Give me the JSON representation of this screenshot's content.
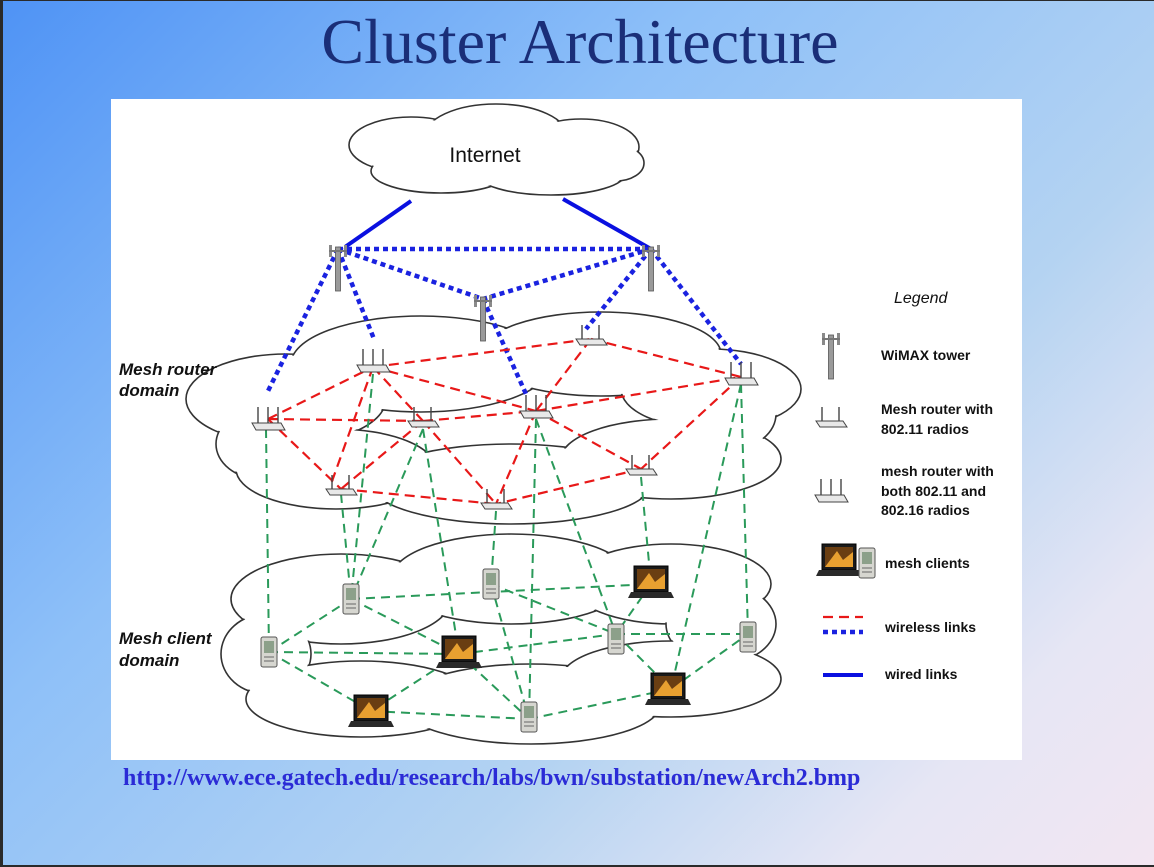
{
  "title": "Cluster Architecture",
  "source_url": "http://www.ece.gatech.edu/research/labs/bwn/substation/newArch2.bmp",
  "diagram": {
    "internet_label": "Internet",
    "router_domain_label": [
      "Mesh router",
      "domain"
    ],
    "client_domain_label": [
      "Mesh client",
      "domain"
    ],
    "legend": {
      "title": "Legend",
      "wimax": "WiMAX tower",
      "router_80211": [
        "Mesh router with",
        "802.11 radios"
      ],
      "router_both": [
        "mesh router with",
        "both 802.11 and",
        "802.16 radios"
      ],
      "clients": "mesh clients",
      "wireless": "wireless links",
      "wired": "wired links"
    }
  },
  "colors": {
    "wired": "#0a10e0",
    "wireless_blue": "#1a22e0",
    "wireless_red": "#e81818",
    "client_link": "#2a9a5a",
    "title": "#1a2e78",
    "url": "#2b2bd6"
  }
}
